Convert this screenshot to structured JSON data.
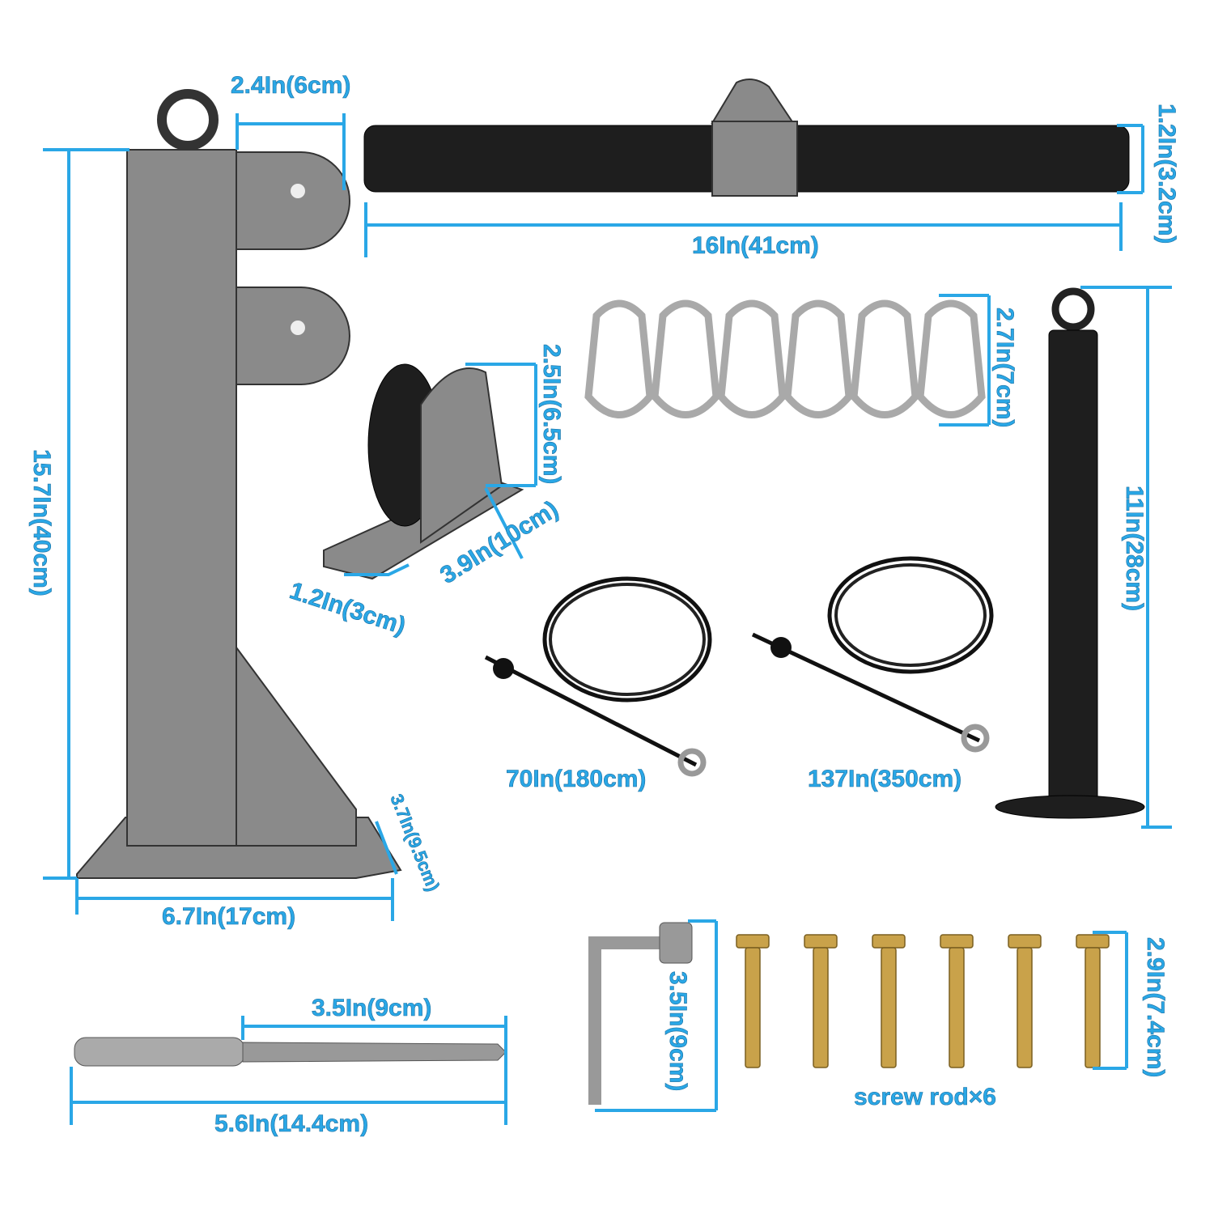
{
  "colors": {
    "dimension": "#2aa7e6",
    "metal": "#8a8a8a",
    "bar": "#1e1e1e"
  },
  "labels": {
    "bracket_depth": "2.4In(6cm)",
    "bar_diameter": "1.2In(3.2cm)",
    "bar_length": "16In(41cm)",
    "mount_height": "15.7In(40cm)",
    "pulley_height": "2.5In(6.5cm)",
    "pulley_length": "3.9In(10cm)",
    "pulley_width": "1.2In(3cm)",
    "carabiner_length": "2.7In(7cm)",
    "loading_pin_height": "11In(28cm)",
    "cable_short": "70In(180cm)",
    "cable_long": "137In(350cm)",
    "base_depth": "3.7In(9.5cm)",
    "base_width": "6.7In(17cm)",
    "drill_flute": "3.5In(9cm)",
    "drill_length": "5.6In(14.4cm)",
    "wrench_height": "3.5In(9cm)",
    "screw_length": "2.9In(7.4cm)",
    "screw_caption": "screw rod×6"
  }
}
